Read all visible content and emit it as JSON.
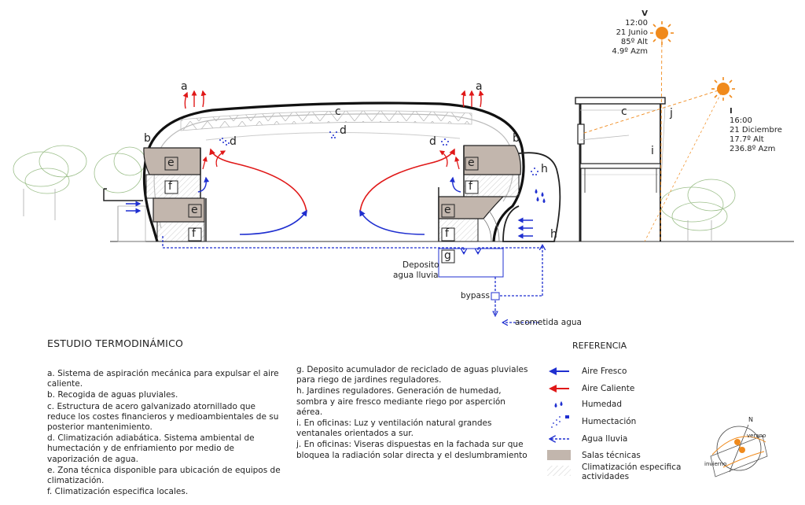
{
  "title": "ESTUDIO TERMODINÁMICO",
  "legend_left": [
    "a.  Sistema de aspiración mecánica para expulsar el aire caliente.",
    "b.  Recogida de aguas pluviales.",
    "c.  Estructura de acero galvanizado atornillado que reduce los costes financieros y medioambientales de su posterior mantenimiento.",
    "d.  Climatización adiabática. Sistema ambiental de humectación y de enfriamiento por medio de vaporización de agua.",
    "e.  Zona técnica disponible para ubicación de equipos de climatización.",
    "f.   Climatización especifica locales."
  ],
  "legend_right": [
    "g.  Deposito acumulador de reciclado de aguas pluviales para riego de jardines reguladores.",
    "h.  Jardines reguladores. Generación de humedad, sombra y aire fresco mediante riego por asperción aérea.",
    "i.   En oficinas: Luz y ventilación natural grandes ventanales orientados a sur.",
    "j.  En oficinas: Viseras dispuestas en la fachada sur que bloquea la radiación solar directa y el deslumbramiento"
  ],
  "reference": {
    "title": "REFERENCIA",
    "items": [
      {
        "label": "Aire Fresco",
        "symbol": "blue-arrow-icon"
      },
      {
        "label": "Aire Caliente",
        "symbol": "red-arrow-icon"
      },
      {
        "label": "Humedad",
        "symbol": "drops-icon"
      },
      {
        "label": "Humectación",
        "symbol": "spray-icon"
      },
      {
        "label": "Agua lluvia",
        "symbol": "dashed-arrow-icon"
      },
      {
        "label": "Salas técnicas",
        "symbol": "brown-swatch-icon"
      },
      {
        "label": "Climatización especifica actividades",
        "symbol": "hatch-swatch-icon"
      }
    ]
  },
  "sun_summer": {
    "mark": "V",
    "time": "12:00",
    "date": "21 Junio",
    "alt": "85º Alt",
    "azm": "4.9º Azm"
  },
  "sun_winter": {
    "mark": "I",
    "time": "16:00",
    "date": "21 Diciembre",
    "alt": "17.7º Alt",
    "azm": "236.8º Azm"
  },
  "labels": {
    "a": "a",
    "b": "b",
    "c": "c",
    "d": "d",
    "e": "e",
    "f": "f",
    "g": "g",
    "h": "h",
    "i": "i",
    "j": "j",
    "deposito": "Deposito",
    "agua_lluvia": "agua lluvia",
    "bypass": "bypass",
    "acometida": "acometida agua",
    "compass_n": "N",
    "verano": "verano",
    "invierno": "invierno"
  },
  "colors": {
    "fresh_air": "#1f2fd0",
    "hot_air": "#e01818",
    "technical_room": "#c2b6ad",
    "sun": "#f08a1c"
  }
}
